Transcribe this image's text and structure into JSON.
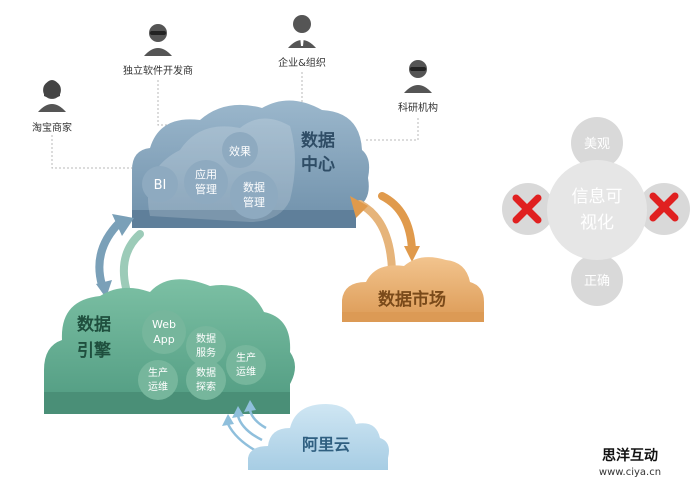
{
  "stakeholders": {
    "taobao": "淘宝商家",
    "isv": "独立软件开发商",
    "enterprise": "企业&组织",
    "research": "科研机构"
  },
  "data_center": {
    "title_line1": "数据",
    "title_line2": "中心",
    "bi": "BI",
    "app_mgmt_1": "应用",
    "app_mgmt_2": "管理",
    "effect": "效果",
    "data_mgmt_1": "数据",
    "data_mgmt_2": "管理"
  },
  "data_market": {
    "title": "数据市场"
  },
  "data_engine": {
    "title_line1": "数据",
    "title_line2": "引擎",
    "webapp_1": "Web",
    "webapp_2": "App",
    "data_service_1": "数据",
    "data_service_2": "服务",
    "prod_ops_a_1": "生产",
    "prod_ops_a_2": "运维",
    "data_explore_1": "数据",
    "data_explore_2": "探索",
    "prod_ops_b_1": "生产",
    "prod_ops_b_2": "运维"
  },
  "aliyun": {
    "title": "阿里云"
  },
  "visualization": {
    "center_line1": "信息可",
    "center_line2": "视化",
    "top": "美观",
    "bottom": "正确"
  },
  "watermark": {
    "brand": "思洋互动",
    "url": "www.ciya.cn"
  },
  "colors": {
    "blue_cloud": "#7e9fb8",
    "blue_dark": "#5f7f9a",
    "green_cloud": "#5fa88d",
    "green_dark": "#4a8f77",
    "orange_cloud": "#e4a866",
    "sky_cloud": "#b6d6ea",
    "arrow_blue": "#7aa0b8",
    "arrow_orange": "#e09a4c",
    "gray_circle": "#d9d9d9",
    "red_x": "#e02020"
  }
}
